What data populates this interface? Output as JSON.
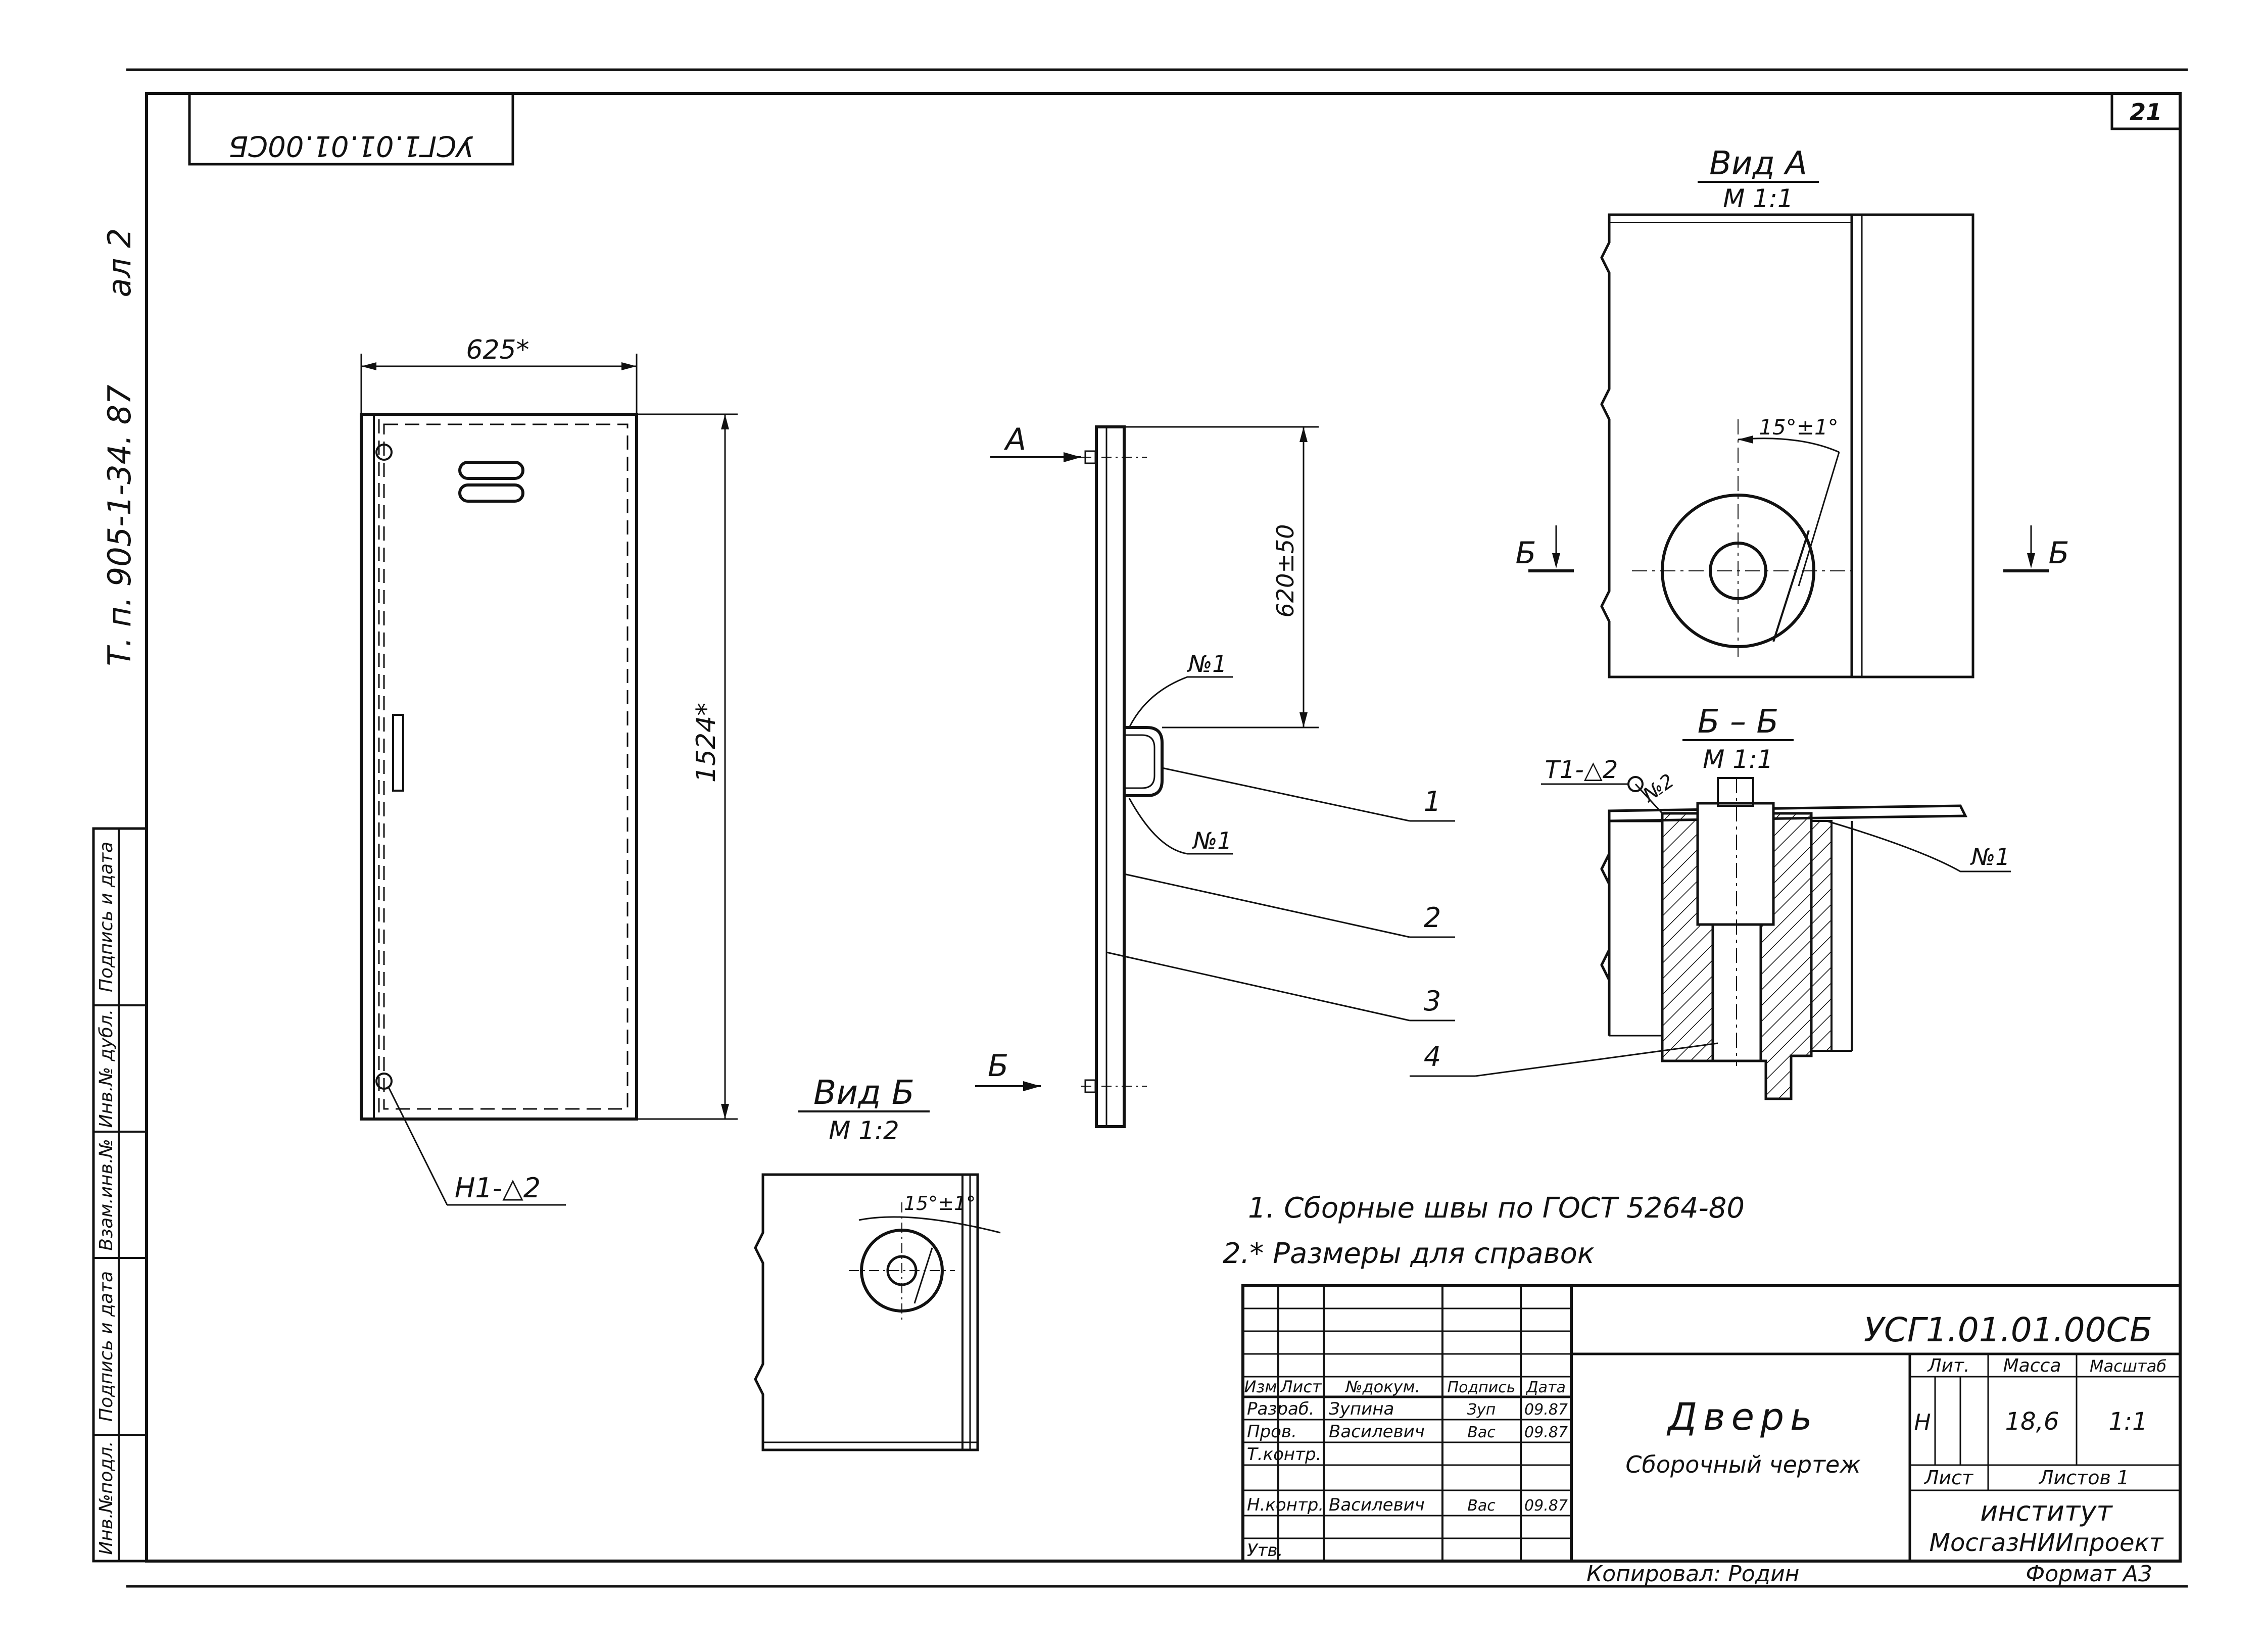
{
  "sheet": {
    "sheet_number": "21",
    "corner_code": "УСГ1.01.01.00СБ",
    "side_reference": "Т. п. 905-1-34. 87",
    "album": "ал 2"
  },
  "left_strip": {
    "fields": [
      "Подпись и дата",
      "Инв.№ дубл.",
      "Взам.инв.№",
      "Подпись и дата",
      "Инв.№подл."
    ]
  },
  "views": {
    "front": {
      "width_dim": "625*",
      "height_dim": "1524*",
      "weld_callout": "Н1-△2"
    },
    "side": {
      "arrow_a": "А",
      "arrow_b": "Б",
      "dim_620": "620±50",
      "weld_no1_top": "№1",
      "weld_no1_bottom": "№1",
      "pos_1": "1",
      "pos_2": "2",
      "pos_3": "3",
      "pos_4": "4"
    },
    "view_a": {
      "title": "Вид А",
      "scale": "М 1:1",
      "angle": "15°±1°",
      "cut_left": "Б",
      "cut_right": "Б"
    },
    "section_bb": {
      "title": "Б – Б",
      "scale": "М 1:1",
      "weld_t1": "Т1-△2",
      "weld_no2": "№2",
      "weld_no1": "№1"
    },
    "view_b": {
      "title": "Вид Б",
      "scale": "М 1:2",
      "angle": "15°±1°"
    }
  },
  "notes": [
    "1. Сборные швы по ГОСТ 5264-80",
    "2.* Размеры для справок"
  ],
  "title_block": {
    "code": "УСГ1.01.01.00СБ",
    "header": [
      "Изм",
      "Лист",
      "№докум.",
      "Подпись",
      "Дата"
    ],
    "rows": [
      {
        "role": "Разраб.",
        "name": "Зупина",
        "sign": "Зуп",
        "date": "09.87"
      },
      {
        "role": "Пров.",
        "name": "Василевич",
        "sign": "Вас",
        "date": "09.87"
      },
      {
        "role": "Т.контр.",
        "name": "",
        "sign": "",
        "date": ""
      },
      {
        "role": "",
        "name": "",
        "sign": "",
        "date": ""
      },
      {
        "role": "Н.контр.",
        "name": "Василевич",
        "sign": "Вас",
        "date": "09.87"
      },
      {
        "role": "Утв.",
        "name": "",
        "sign": "",
        "date": ""
      }
    ],
    "name": "Дверь",
    "doc_type": "Сборочный чертеж",
    "lit_label": "Лит.",
    "mass_label": "Масса",
    "scale_label": "Масштаб",
    "lit_value": "Н",
    "mass_value": "18,6",
    "scale_value": "1:1",
    "sheet_label": "Лист",
    "sheets_label": "Листов 1",
    "org_line1": "институт",
    "org_line2": "МосгазНИИпроект"
  },
  "footer": {
    "copied": "Копировал: Родин",
    "format": "Формат А3"
  }
}
